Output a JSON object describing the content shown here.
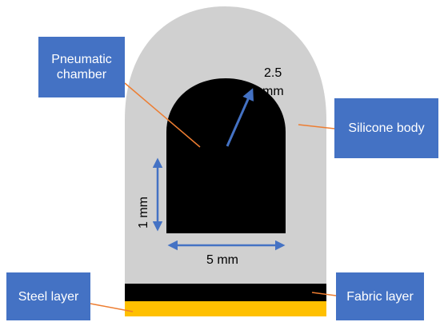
{
  "callouts": {
    "pneumatic_chamber": "Pneumatic chamber",
    "silicone_body": "Silicone body",
    "steel_layer": "Steel layer",
    "fabric_layer": "Fabric layer"
  },
  "dimensions": {
    "radius_value": "2.5",
    "radius_unit": "mm",
    "height": "1 mm",
    "width": "5 mm"
  },
  "colors": {
    "silicone": "#d0d0d0",
    "chamber": "#000000",
    "fabric": "#000000",
    "steel": "#ffc000",
    "callout": "#4472c4",
    "leader": "#ed7d31",
    "dimension_arrow": "#4472c4"
  }
}
